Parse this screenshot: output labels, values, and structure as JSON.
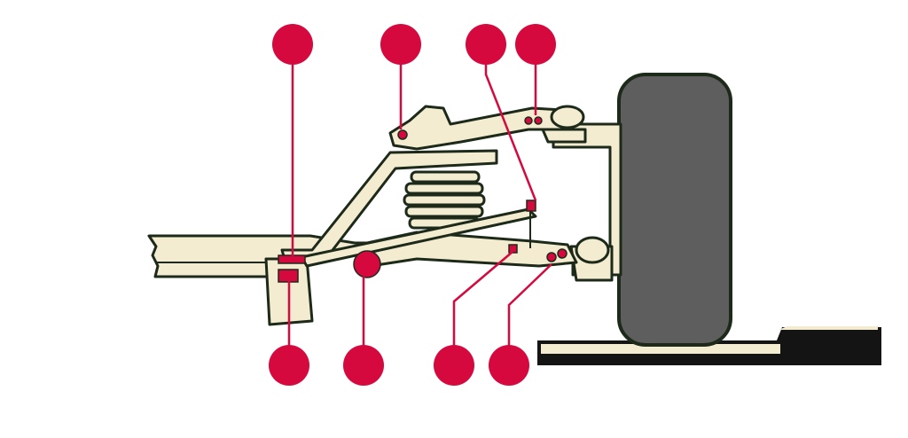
{
  "colors": {
    "background": "#ffffff",
    "part_fill": "#f3ecd0",
    "outline": "#1d2a1a",
    "tire": "#5e5e5e",
    "marker": "#d6093f",
    "road_dark": "#141414"
  },
  "callouts": {
    "top": [
      {
        "name": "callout-top-1"
      },
      {
        "name": "callout-top-2"
      },
      {
        "name": "callout-top-3"
      },
      {
        "name": "callout-top-4"
      }
    ],
    "bottom": [
      {
        "name": "callout-bottom-1"
      },
      {
        "name": "callout-bottom-2"
      },
      {
        "name": "callout-bottom-3"
      },
      {
        "name": "callout-bottom-4"
      }
    ]
  }
}
